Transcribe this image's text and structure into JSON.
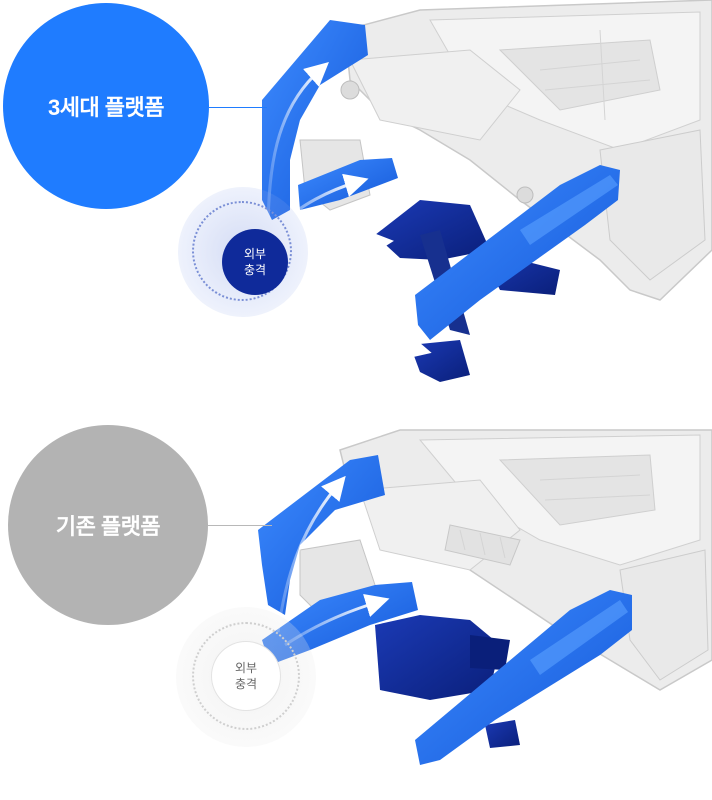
{
  "panels": [
    {
      "label": "3세대 플랫폼",
      "impact_line1": "외부",
      "impact_line2": "충격",
      "circle_color": "#1f7cff",
      "impact_color": "#0f2a9a"
    },
    {
      "label": "기존 플랫폼",
      "impact_line1": "외부",
      "impact_line2": "충격",
      "circle_color": "#b3b3b3",
      "impact_color": "#ffffff"
    }
  ],
  "colors": {
    "frame_blue": "#1f6fe6",
    "frame_navy": "#0f2a9a",
    "body_gray": "#ececec",
    "body_edge": "#c9c9c9"
  }
}
